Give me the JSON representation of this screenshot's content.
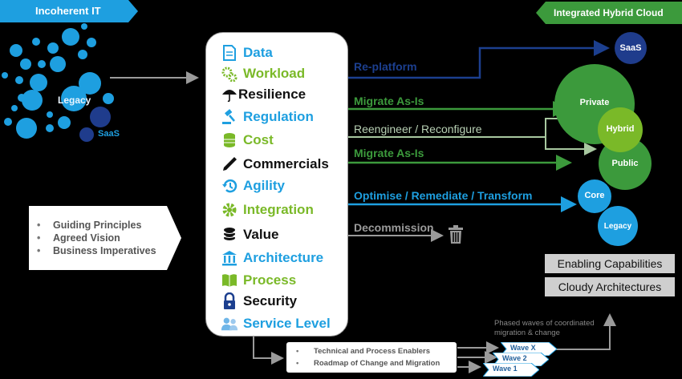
{
  "header": {
    "left_title": "Incoherent IT",
    "right_title": "Integrated Hybrid Cloud"
  },
  "legacy_cluster": {
    "legacy_label": "Legacy",
    "saas_label": "SaaS"
  },
  "factors": [
    {
      "label": "Data",
      "icon": "document-icon",
      "color": "#1e9fe0"
    },
    {
      "label": "Workload",
      "icon": "gears-icon",
      "color": "#7ab928"
    },
    {
      "label": "Resilience",
      "icon": "umbrella-icon",
      "color": "#111111"
    },
    {
      "label": "Regulation",
      "icon": "gavel-icon",
      "color": "#1e9fe0"
    },
    {
      "label": "Cost",
      "icon": "coins-icon",
      "color": "#7ab928"
    },
    {
      "label": "Commercials",
      "icon": "pen-icon",
      "color": "#111111"
    },
    {
      "label": "Agility",
      "icon": "history-icon",
      "color": "#1e9fe0"
    },
    {
      "label": "Integration",
      "icon": "gear-icon",
      "color": "#7ab928"
    },
    {
      "label": "Value",
      "icon": "coin-stack-icon",
      "color": "#111111"
    },
    {
      "label": "Architecture",
      "icon": "columns-icon",
      "color": "#1e9fe0"
    },
    {
      "label": "Process",
      "icon": "book-icon",
      "color": "#7ab928"
    },
    {
      "label": "Security",
      "icon": "lock-icon",
      "color": "#111111"
    },
    {
      "label": "Service Level",
      "icon": "users-icon",
      "color": "#1e9fe0"
    }
  ],
  "routes": {
    "replatform": "Re-platform",
    "migrate1": "Migrate As-Is",
    "reengineer": "Reengineer / Reconfigure",
    "migrate2": "Migrate As-Is",
    "optimise": "Optimise  / Remediate / Transform",
    "decommission": "Decommission"
  },
  "targets": {
    "saas": "SaaS",
    "private": "Private",
    "hybrid": "Hybrid",
    "public": "Public",
    "core": "Core",
    "legacy": "Legacy"
  },
  "guiding": [
    "Guiding Principles",
    "Agreed Vision",
    "Business Imperatives"
  ],
  "capabilities": {
    "enabling": "Enabling Capabilities",
    "cloudy": "Cloudy Architectures"
  },
  "enablers": [
    "Technical and Process Enablers",
    "Roadmap of Change and Migration"
  ],
  "waves": {
    "note_line1": "Phased waves of coordinated",
    "note_line2": "migration & change",
    "wave_x": "Wave X",
    "wave_2": "Wave 2",
    "wave_1": "Wave 1"
  },
  "colors": {
    "blue": "#1e9fe0",
    "green": "#7ab928",
    "dark_green": "#3c9a3c",
    "navy": "#1c3f8f",
    "grey": "#9a9a9a"
  }
}
